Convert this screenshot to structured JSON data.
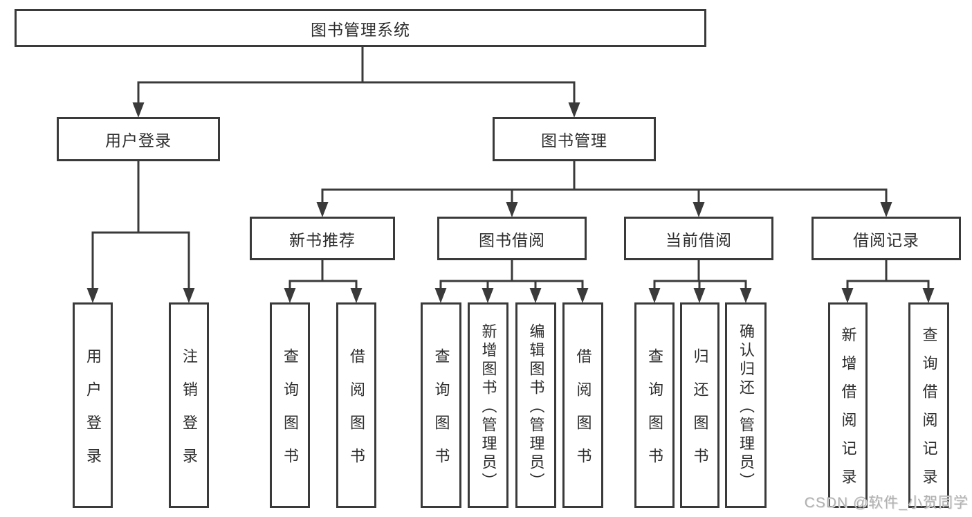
{
  "diagram": {
    "title": "图书管理系统",
    "watermark": "CSDN @软件_小贺同学",
    "colors": {
      "background": "#ffffff",
      "line": "#3a3a3a",
      "box_border": "#3a3a3a",
      "box_fill": "#ffffff",
      "text": "#2d2d2d",
      "watermark": "#b0b0b0"
    },
    "nodes": [
      {
        "id": "root",
        "label": "图书管理系统"
      },
      {
        "id": "user-login",
        "label": "用户登录"
      },
      {
        "id": "book-mgmt",
        "label": "图书管理"
      },
      {
        "id": "new-book-rec",
        "label": "新书推荐"
      },
      {
        "id": "book-borrow",
        "label": "图书借阅"
      },
      {
        "id": "current-borrow",
        "label": "当前借阅"
      },
      {
        "id": "borrow-records",
        "label": "借阅记录"
      },
      {
        "id": "user-login-leaf",
        "label": "用户登录"
      },
      {
        "id": "logout-leaf",
        "label": "注销登录"
      },
      {
        "id": "query-books-1",
        "label": "查询图书"
      },
      {
        "id": "borrow-books-1",
        "label": "借阅图书"
      },
      {
        "id": "query-books-2",
        "label": "查询图书"
      },
      {
        "id": "add-book",
        "label": "新增图书（管理员）"
      },
      {
        "id": "edit-book",
        "label": "编辑图书（管理员）"
      },
      {
        "id": "borrow-books-2",
        "label": "借阅图书"
      },
      {
        "id": "query-books-3",
        "label": "查询图书"
      },
      {
        "id": "return-book",
        "label": "归还图书"
      },
      {
        "id": "confirm-return",
        "label": "确认归还（管理员）"
      },
      {
        "id": "add-borrow-record",
        "label": "新增借阅记录"
      },
      {
        "id": "query-borrow-record",
        "label": "查询借阅记录"
      }
    ],
    "hierarchy": [
      {
        "parent": "root",
        "children": [
          "user-login",
          "book-mgmt"
        ]
      },
      {
        "parent": "user-login",
        "children": [
          "user-login-leaf",
          "logout-leaf"
        ]
      },
      {
        "parent": "book-mgmt",
        "children": [
          "new-book-rec",
          "book-borrow",
          "current-borrow",
          "borrow-records"
        ]
      },
      {
        "parent": "new-book-rec",
        "children": [
          "query-books-1",
          "borrow-books-1"
        ]
      },
      {
        "parent": "book-borrow",
        "children": [
          "query-books-2",
          "add-book",
          "edit-book",
          "borrow-books-2"
        ]
      },
      {
        "parent": "current-borrow",
        "children": [
          "query-books-3",
          "return-book",
          "confirm-return"
        ]
      },
      {
        "parent": "borrow-records",
        "children": [
          "add-borrow-record",
          "query-borrow-record"
        ]
      }
    ]
  }
}
